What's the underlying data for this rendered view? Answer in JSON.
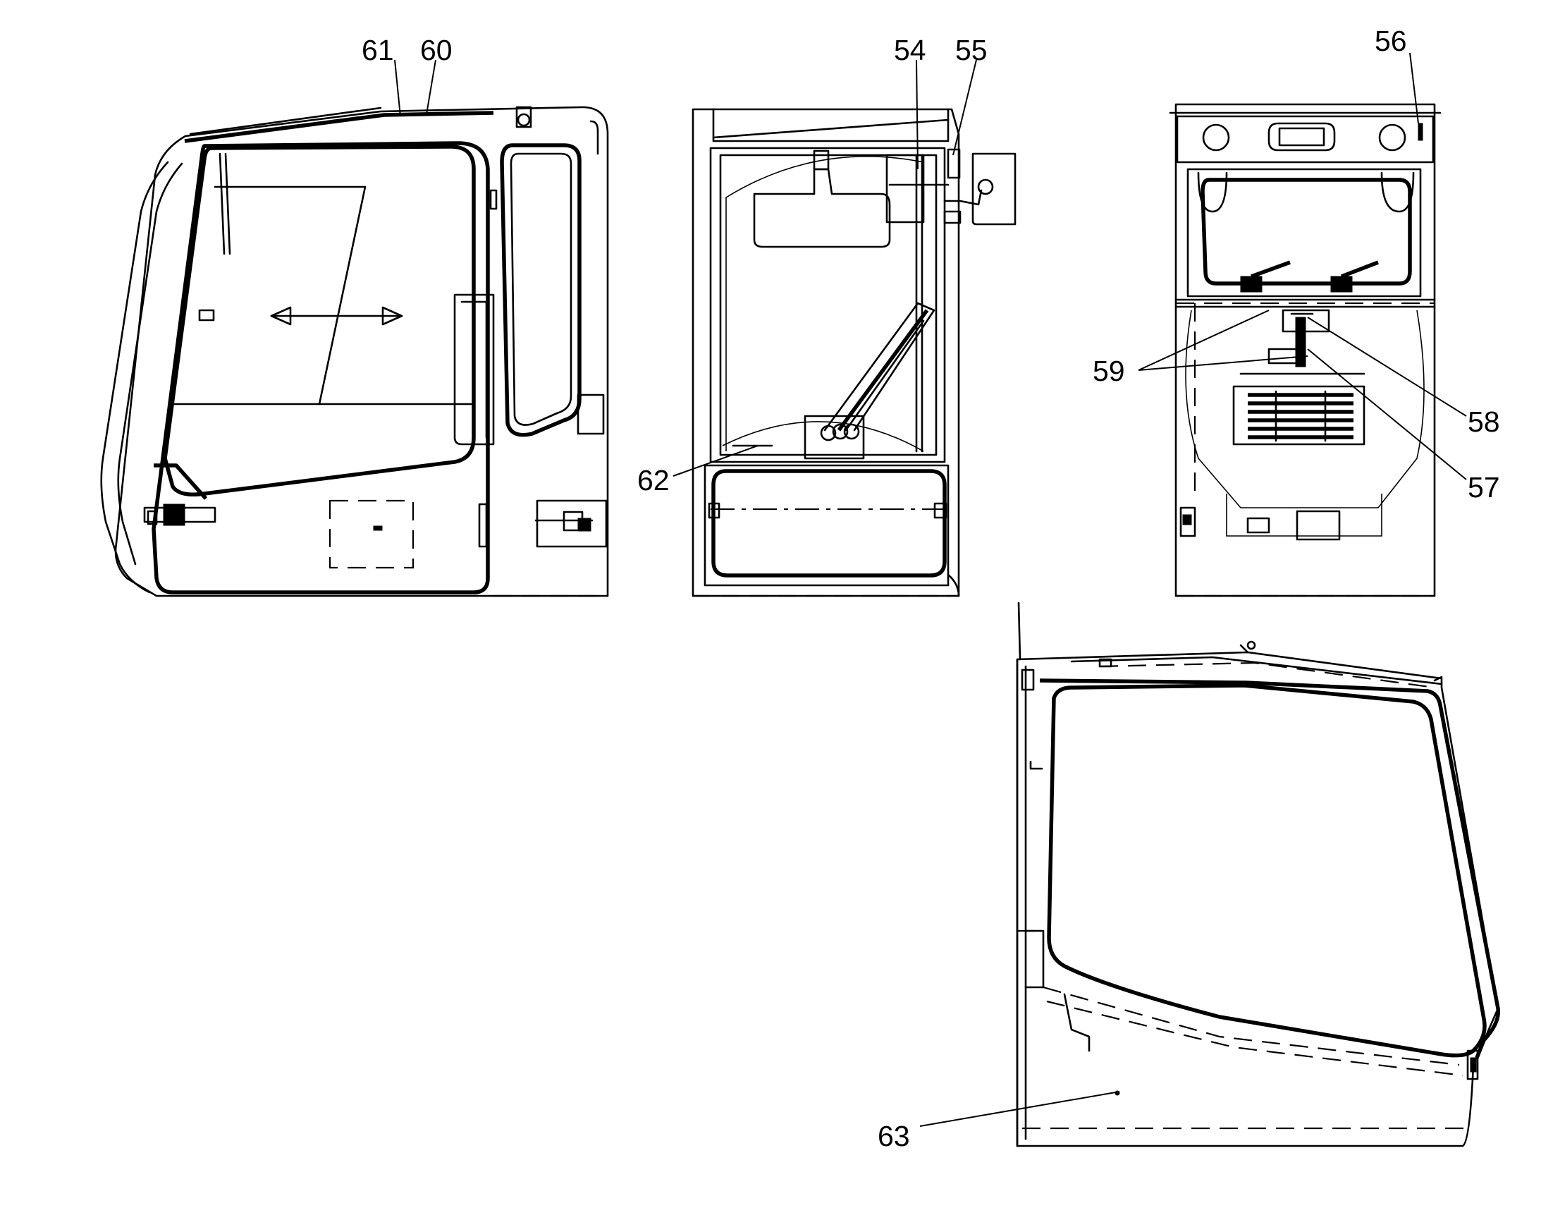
{
  "callouts": {
    "c54": "54",
    "c55": "55",
    "c56": "56",
    "c57": "57",
    "c58": "58",
    "c59": "59",
    "c60": "60",
    "c61": "61",
    "c62": "62",
    "c63": "63"
  },
  "colors": {
    "line": "#000000",
    "background": "#ffffff"
  }
}
